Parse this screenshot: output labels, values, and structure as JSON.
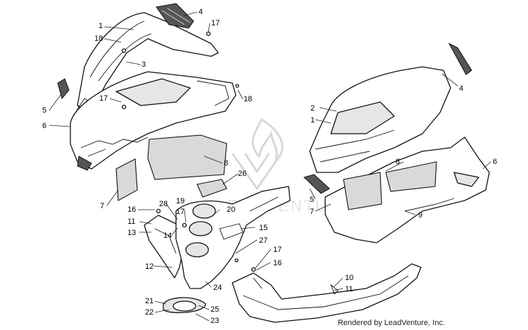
{
  "diagram": {
    "watermark_text": "LEADVENTURE",
    "credit": "Rendered by LeadVenture, Inc.",
    "callouts": {
      "l_1": "1",
      "l_18a": "18",
      "l_4a": "4",
      "l_17a": "17",
      "l_3": "3",
      "l_17b": "17",
      "l_18b": "18",
      "l_5a": "5",
      "l_6a": "6",
      "l_8a": "8",
      "l_26": "26",
      "l_7a": "7",
      "l_16a": "16",
      "l_28": "28",
      "l_19": "19",
      "l_17c": "17",
      "l_20": "20",
      "l_11a": "11",
      "l_13": "13",
      "l_14": "14",
      "l_15": "15",
      "l_27": "27",
      "l_12": "12",
      "l_17d": "17",
      "l_16b": "16",
      "l_24": "24",
      "l_21": "21",
      "l_22": "22",
      "l_25": "25",
      "l_23": "23",
      "l_10": "10",
      "l_11b": "11",
      "l_2": "2",
      "l_1b": "1",
      "l_4b": "4",
      "l_8b": "8",
      "l_6b": "6",
      "l_5b": "5",
      "l_7b": "7",
      "l_9": "9"
    }
  }
}
